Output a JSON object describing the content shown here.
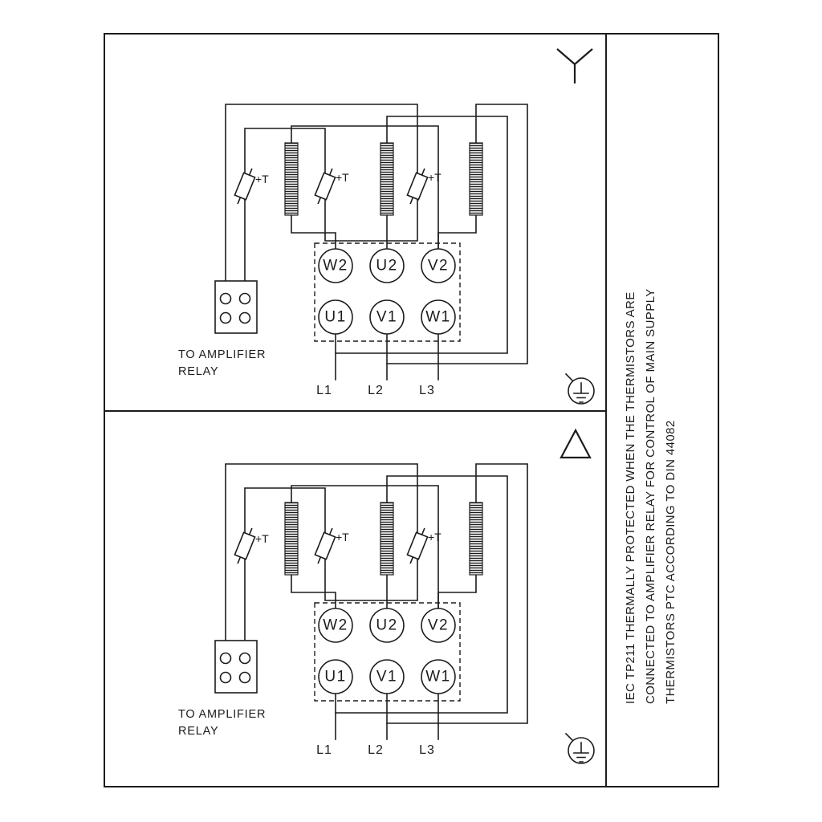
{
  "colors": {
    "ink": "#1c1c1c",
    "background": "#ffffff"
  },
  "terminal_box": {
    "top_row": [
      "W2",
      "U2",
      "V2"
    ],
    "bottom_row": [
      "U1",
      "V1",
      "W1"
    ]
  },
  "supply_lines": [
    "L1",
    "L2",
    "L3"
  ],
  "thermistor": {
    "label": "+T"
  },
  "relay_note": {
    "line1": "TO AMPLIFIER",
    "line2": "RELAY"
  },
  "side_note": {
    "line1": "IEC TP211 THERMALLY PROTECTED WHEN THE THERMISTORS ARE",
    "line2": "CONNECTED TO AMPLIFIER RELAY FOR CONTROL OF MAIN SUPPLY",
    "line3": "THERMISTORS PTC ACCORDING TO DIN 44082"
  }
}
